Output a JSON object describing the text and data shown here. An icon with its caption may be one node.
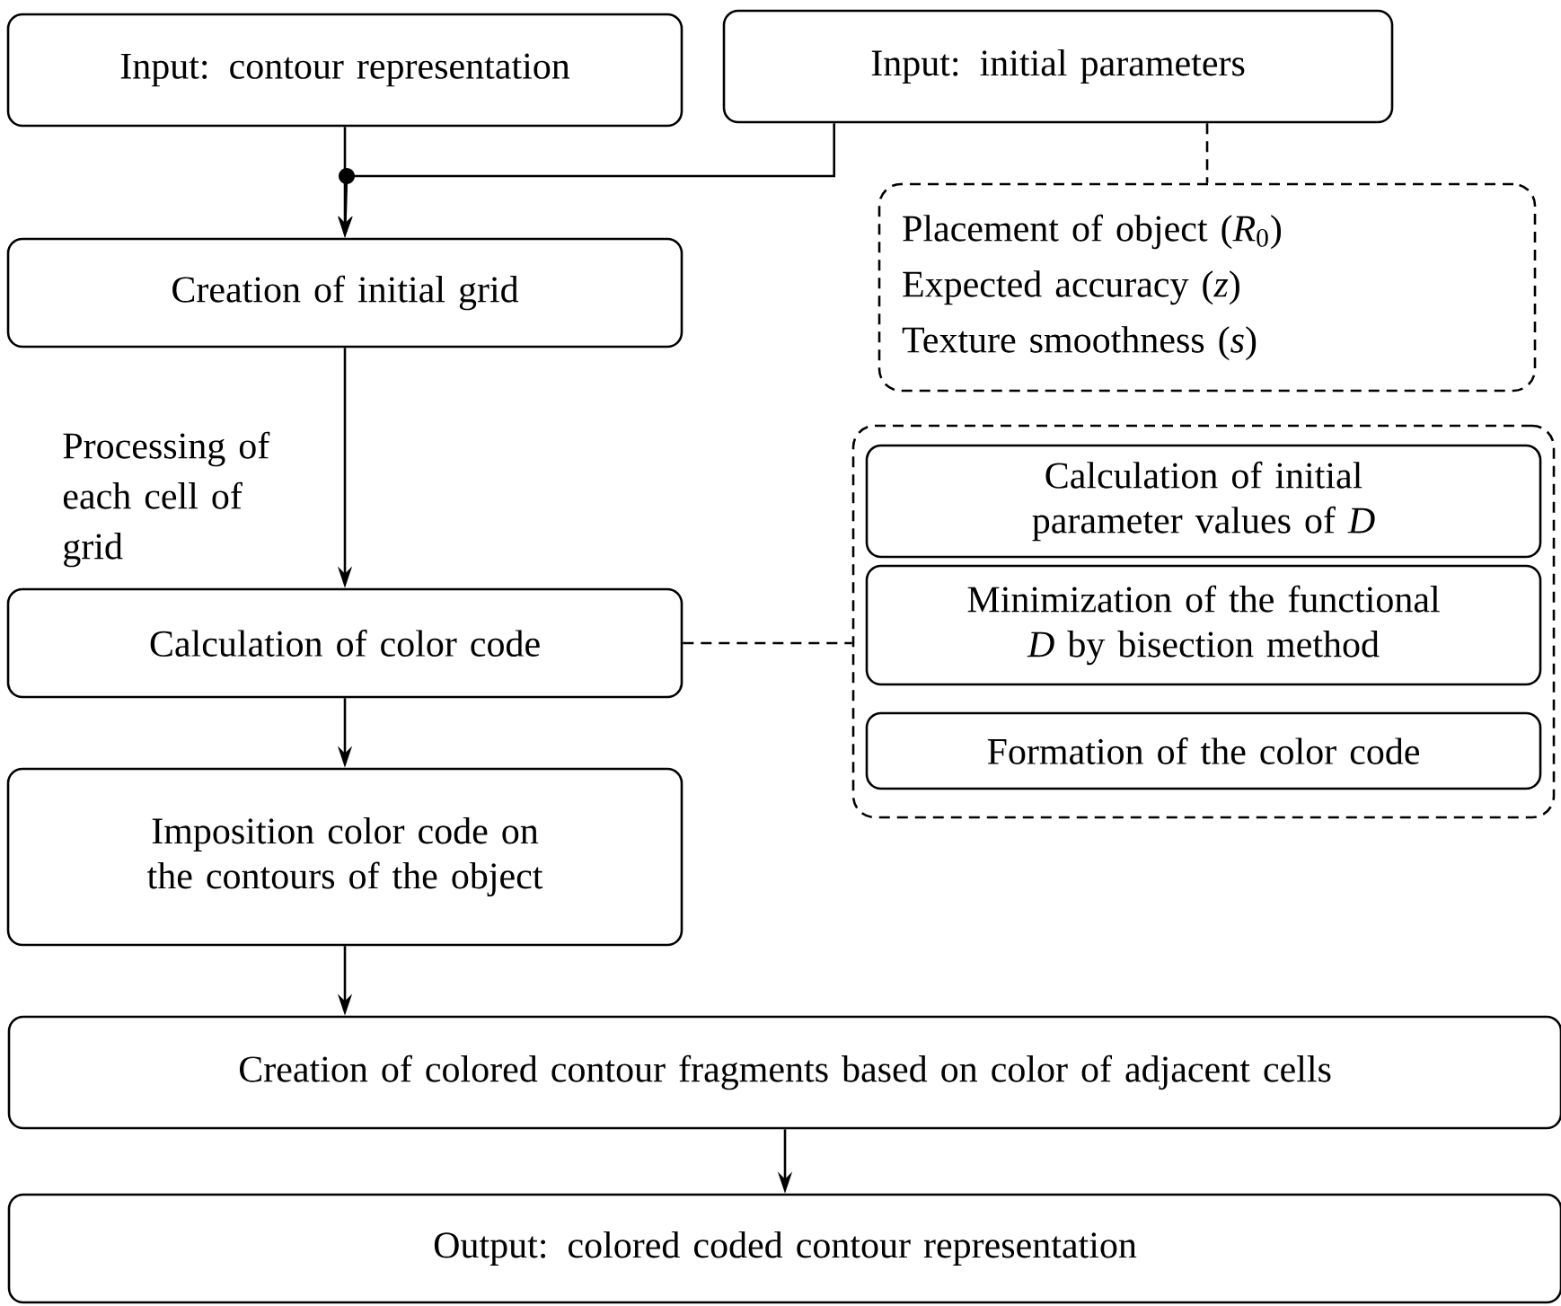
{
  "diagram": {
    "nodes": [
      {
        "text": [
          "Input: contour representation"
        ]
      },
      {
        "text": [
          "Input: initial parameters"
        ]
      },
      {
        "text": [
          "Creation of initial grid"
        ]
      },
      {
        "text": [
          "Placement of object (*R*$_{0}$)",
          "Expected accuracy (*z*)",
          "Texture smoothness (*s*)"
        ]
      },
      {
        "text": [
          "Calculation of color code"
        ]
      },
      {
        "text": [],
        "shape": "box"
      },
      {
        "text": [
          "Calculation of initial parameter values of *D*"
        ],
        "in": 5
      },
      {
        "text": [
          "Minimization of the functional *D* by bisection method"
        ],
        "in": 5
      },
      {
        "text": [
          "Formation of the color code"
        ],
        "in": 5
      },
      {
        "text": [
          "Imposition color code on the contours of the object"
        ]
      },
      {
        "text": [
          "Creation of colored contour fragments based on color of adjacent cells"
        ]
      },
      {
        "text": [
          "Output: colored coded contour representation"
        ]
      }
    ],
    "edges": [
      {
        "from": 0,
        "to": 2,
        "arrow": "to"
      },
      {
        "from": 1,
        "to": 2,
        "arrow": "to"
      },
      {
        "from": 1,
        "to": 3,
        "arrow": "none",
        "style": "dashed"
      },
      {
        "from": 2,
        "to": 4,
        "arrow": "to",
        "label": "Processing of each cell of grid"
      },
      {
        "from": 4,
        "to": 5,
        "arrow": "none",
        "style": "dashed"
      },
      {
        "from": 4,
        "to": 9,
        "arrow": "to"
      },
      {
        "from": 9,
        "to": 10,
        "arrow": "to"
      },
      {
        "from": 10,
        "to": 11,
        "arrow": "to"
      }
    ]
  }
}
